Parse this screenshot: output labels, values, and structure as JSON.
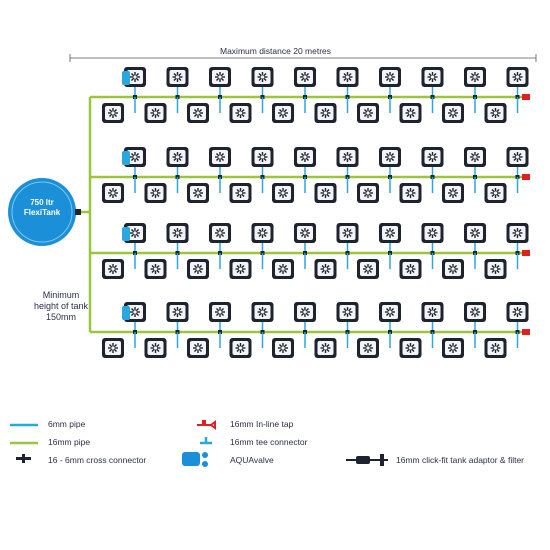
{
  "distance_label": "Maximum distance 20 metres",
  "tank": {
    "line1": "750 ltr",
    "line2": "FlexiTank"
  },
  "min_height": {
    "line1": "Minimum",
    "line2": "height of tank",
    "line3": "150mm"
  },
  "legend": {
    "pipe6": "6mm pipe",
    "pipe16": "16mm pipe",
    "cross": "16 - 6mm cross connector",
    "tap": "16mm In-line tap",
    "tee": "16mm tee connector",
    "aquavalve": "AQUAvalve",
    "adaptor": "16mm click-fit tank adaptor & filter"
  },
  "colors": {
    "pipe16": "#9bc53d",
    "pipe6": "#29a8e0",
    "tank": "#1b8fd8",
    "pot": "#1e2330",
    "tap": "#e02020",
    "text": "#2a2f4a"
  },
  "layout_notes": {
    "rows_of_manifolds": 4,
    "pots_per_side": 10
  }
}
